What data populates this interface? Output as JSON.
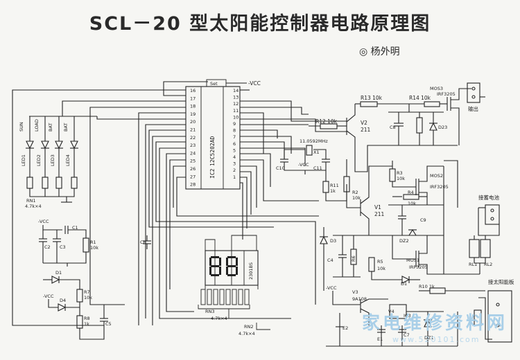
{
  "title": "SCL－20 型太阳能控制器电路原理图",
  "author": "◎ 杨外明",
  "ic": {
    "ref": "IC2",
    "part": "12C5202AD",
    "pins_left": [
      "16",
      "17",
      "18",
      "19",
      "20",
      "21",
      "22",
      "23",
      "24",
      "25",
      "26",
      "27",
      "28"
    ],
    "pins_right": [
      "14",
      "13",
      "12",
      "11",
      "10",
      "9",
      "8",
      "7",
      "6",
      "5",
      "4",
      "3",
      "2",
      "1"
    ]
  },
  "labels": {
    "set": "Set",
    "vcc": "-VCC",
    "sun": "SUN",
    "load": "LOAD",
    "bat": "BAT",
    "bat2": "BAT",
    "leds": [
      "LED1",
      "LED2",
      "LED3",
      "LED4"
    ],
    "rn1": "RN1",
    "rn1_val": "4.7k×4",
    "r12": "R12 10k",
    "r13": "R13 10k",
    "r14": "R14 10k",
    "v2": "V2",
    "v2_part": "211",
    "mos3": "MOS3",
    "mos3_part": "IRF3205",
    "out": "输出",
    "c8": "C8",
    "d23": "D23",
    "y1": "11.0592MHz",
    "x1": "X1",
    "c10": "C10",
    "c11": "C11",
    "r11": "R11",
    "r11_val": "1k",
    "r3": "R3",
    "r3_val": "10k",
    "mos2": "MOS2",
    "mos2_part": "IRF3205",
    "r2": "R2",
    "r2_val": "10k",
    "v1": "V1",
    "v1_part": "211",
    "r4": "R4",
    "r4_val": "10k",
    "c9": "C9",
    "dz2": "DZ2",
    "mos1": "MOS1",
    "mos1_part": "IRF3205",
    "battery": "接蓄电池",
    "rl1": "RL1",
    "rl2": "RL2",
    "d3": "D3",
    "c4": "C4",
    "r5": "R5",
    "r5_val": "10k",
    "r6": "R6",
    "d1": "D1",
    "r10": "R10 1k",
    "solar": "接太阳能板",
    "v3": "V3",
    "v3_part": "9A108",
    "v4": "V4",
    "ic3": "IC3",
    "dz1": "DZ1",
    "e1": "E1",
    "e2": "E2",
    "c7": "C7",
    "c1": "C1",
    "c2": "C2",
    "c3": "C3",
    "c5": "C5",
    "r1": "R1",
    "r1_val": "10k",
    "d1b": "D1",
    "d4": "D4",
    "r7": "R7",
    "r7_val": "10k",
    "r8": "R8",
    "r8_val": "1k",
    "c6": "C6",
    "display": "2301BS",
    "rn2": "RN2",
    "rn2_val": "4.7k×4",
    "rn3": "RN3",
    "rn3_val": "4.7k×4"
  },
  "watermark": {
    "text": "家电维修资料网",
    "url": "www.520101.com"
  }
}
